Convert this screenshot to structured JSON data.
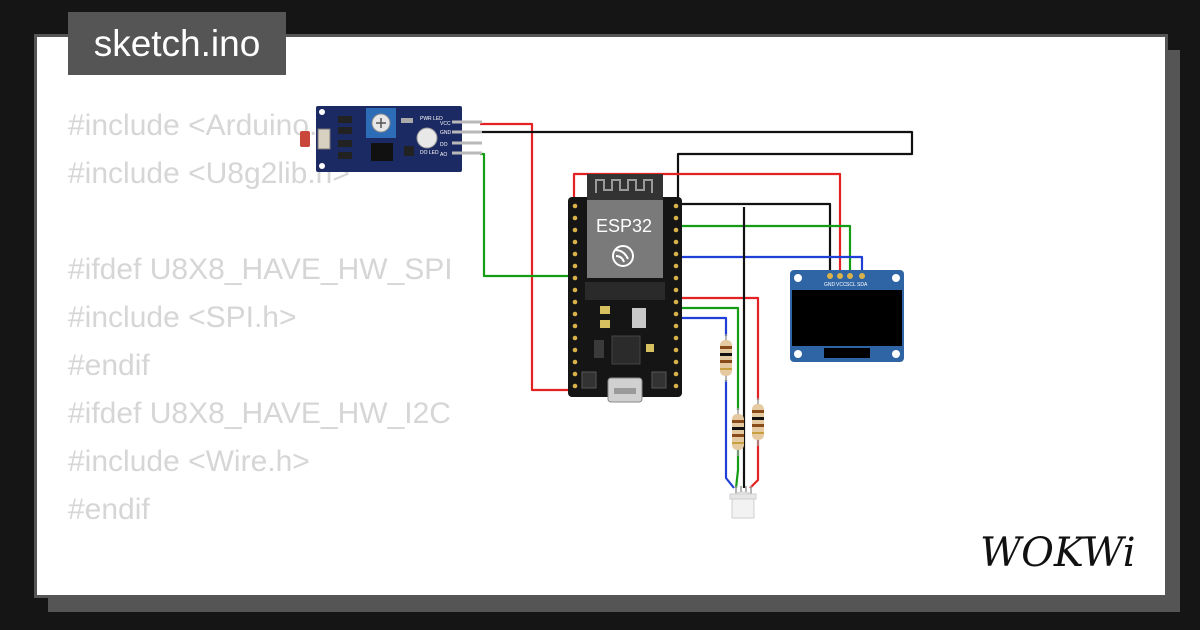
{
  "header": {
    "tab_title": "sketch.ino"
  },
  "code": {
    "lines": [
      "#include <Arduino.h>",
      "#include <U8g2lib.h>",
      "",
      "#ifdef U8X8_HAVE_HW_SPI",
      "#include <SPI.h>",
      "#endif",
      "#ifdef U8X8_HAVE_HW_I2C",
      "#include <Wire.h>",
      "#endif"
    ]
  },
  "circuit": {
    "esp32_label": "ESP32",
    "oled_pins": [
      "GND",
      "VCC",
      "SCL",
      "SDA"
    ],
    "sensor_pins": [
      "VCC",
      "GND",
      "DO",
      "AO"
    ],
    "sensor_led_labels": [
      "PWR LED",
      "DO LED"
    ],
    "wire_colors": {
      "power": "#e52222",
      "ground": "#111111",
      "data": "#149c14",
      "i2c": "#1f3fd6"
    }
  },
  "logo": {
    "text": "WOKWi"
  }
}
